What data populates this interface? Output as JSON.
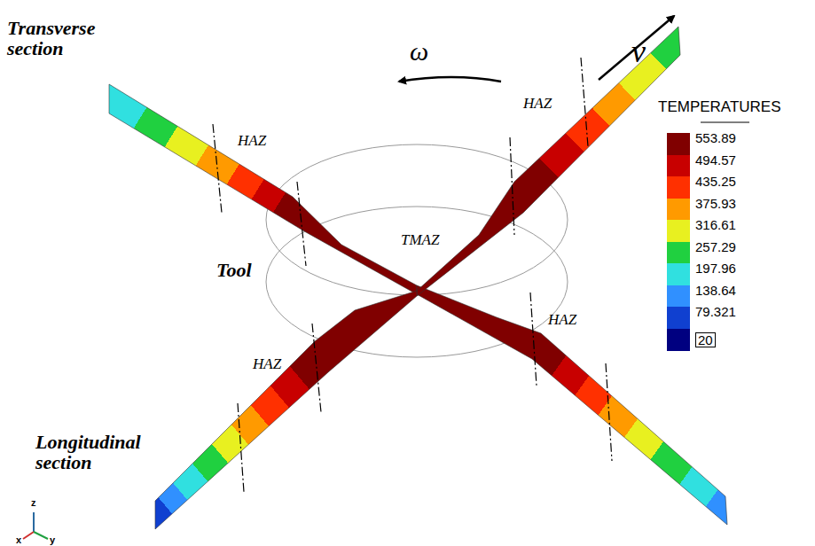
{
  "diagram": {
    "labels": [
      "Transverse section",
      "ω",
      "v",
      "HAZ",
      "HAZ",
      "TMAZ",
      "Tool",
      "HAZ",
      "HAZ",
      "Longitudinal section",
      "TEMPERATURES",
      "z",
      "x",
      "y"
    ],
    "legend": [
      {
        "text": "553.89",
        "color": "#800000"
      },
      {
        "text": "494.57",
        "color": "#c80000"
      },
      {
        "text": "435.25",
        "color": "#ff3000"
      },
      {
        "text": "375.93",
        "color": "#ff9a00"
      },
      {
        "text": "316.61",
        "color": "#e8f020"
      },
      {
        "text": "257.29",
        "color": "#20d040"
      },
      {
        "text": "197.96",
        "color": "#30e0e0"
      },
      {
        "text": "138.64",
        "color": "#3090ff"
      },
      {
        "text": "79.321",
        "color": "#1040d0"
      },
      {
        "text": "20",
        "color": "#000080"
      }
    ]
  }
}
